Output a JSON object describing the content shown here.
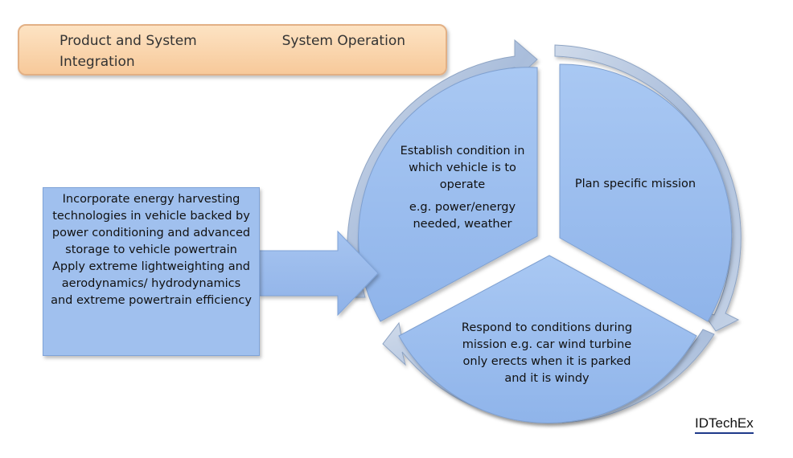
{
  "legend": {
    "left_text": "Product and System Integration",
    "right_text": "System Operation"
  },
  "input_box": {
    "line1": "Incorporate energy harvesting technologies in vehicle backed by power conditioning and advanced storage to vehicle powertrain",
    "line2": "Apply extreme lightweighting and aerodynamics/ hydrodynamics and extreme powertrain efficiency"
  },
  "cycle": {
    "segments": [
      {
        "id": "left",
        "text": "Establish condition in which vehicle is to operate",
        "subtext": "e.g. power/energy needed, weather"
      },
      {
        "id": "right",
        "text": "Plan specific mission"
      },
      {
        "id": "bottom",
        "text": "Respond to conditions during mission e.g. car wind turbine only erects when it is parked and it is windy"
      }
    ]
  },
  "brand": "IDTechEx",
  "colors": {
    "segment_fill": "#9dc0f0",
    "ring_fill": "#b5c8e4",
    "legend_fill": "#fbd6ad",
    "input_fill": "#a0c0ee"
  }
}
